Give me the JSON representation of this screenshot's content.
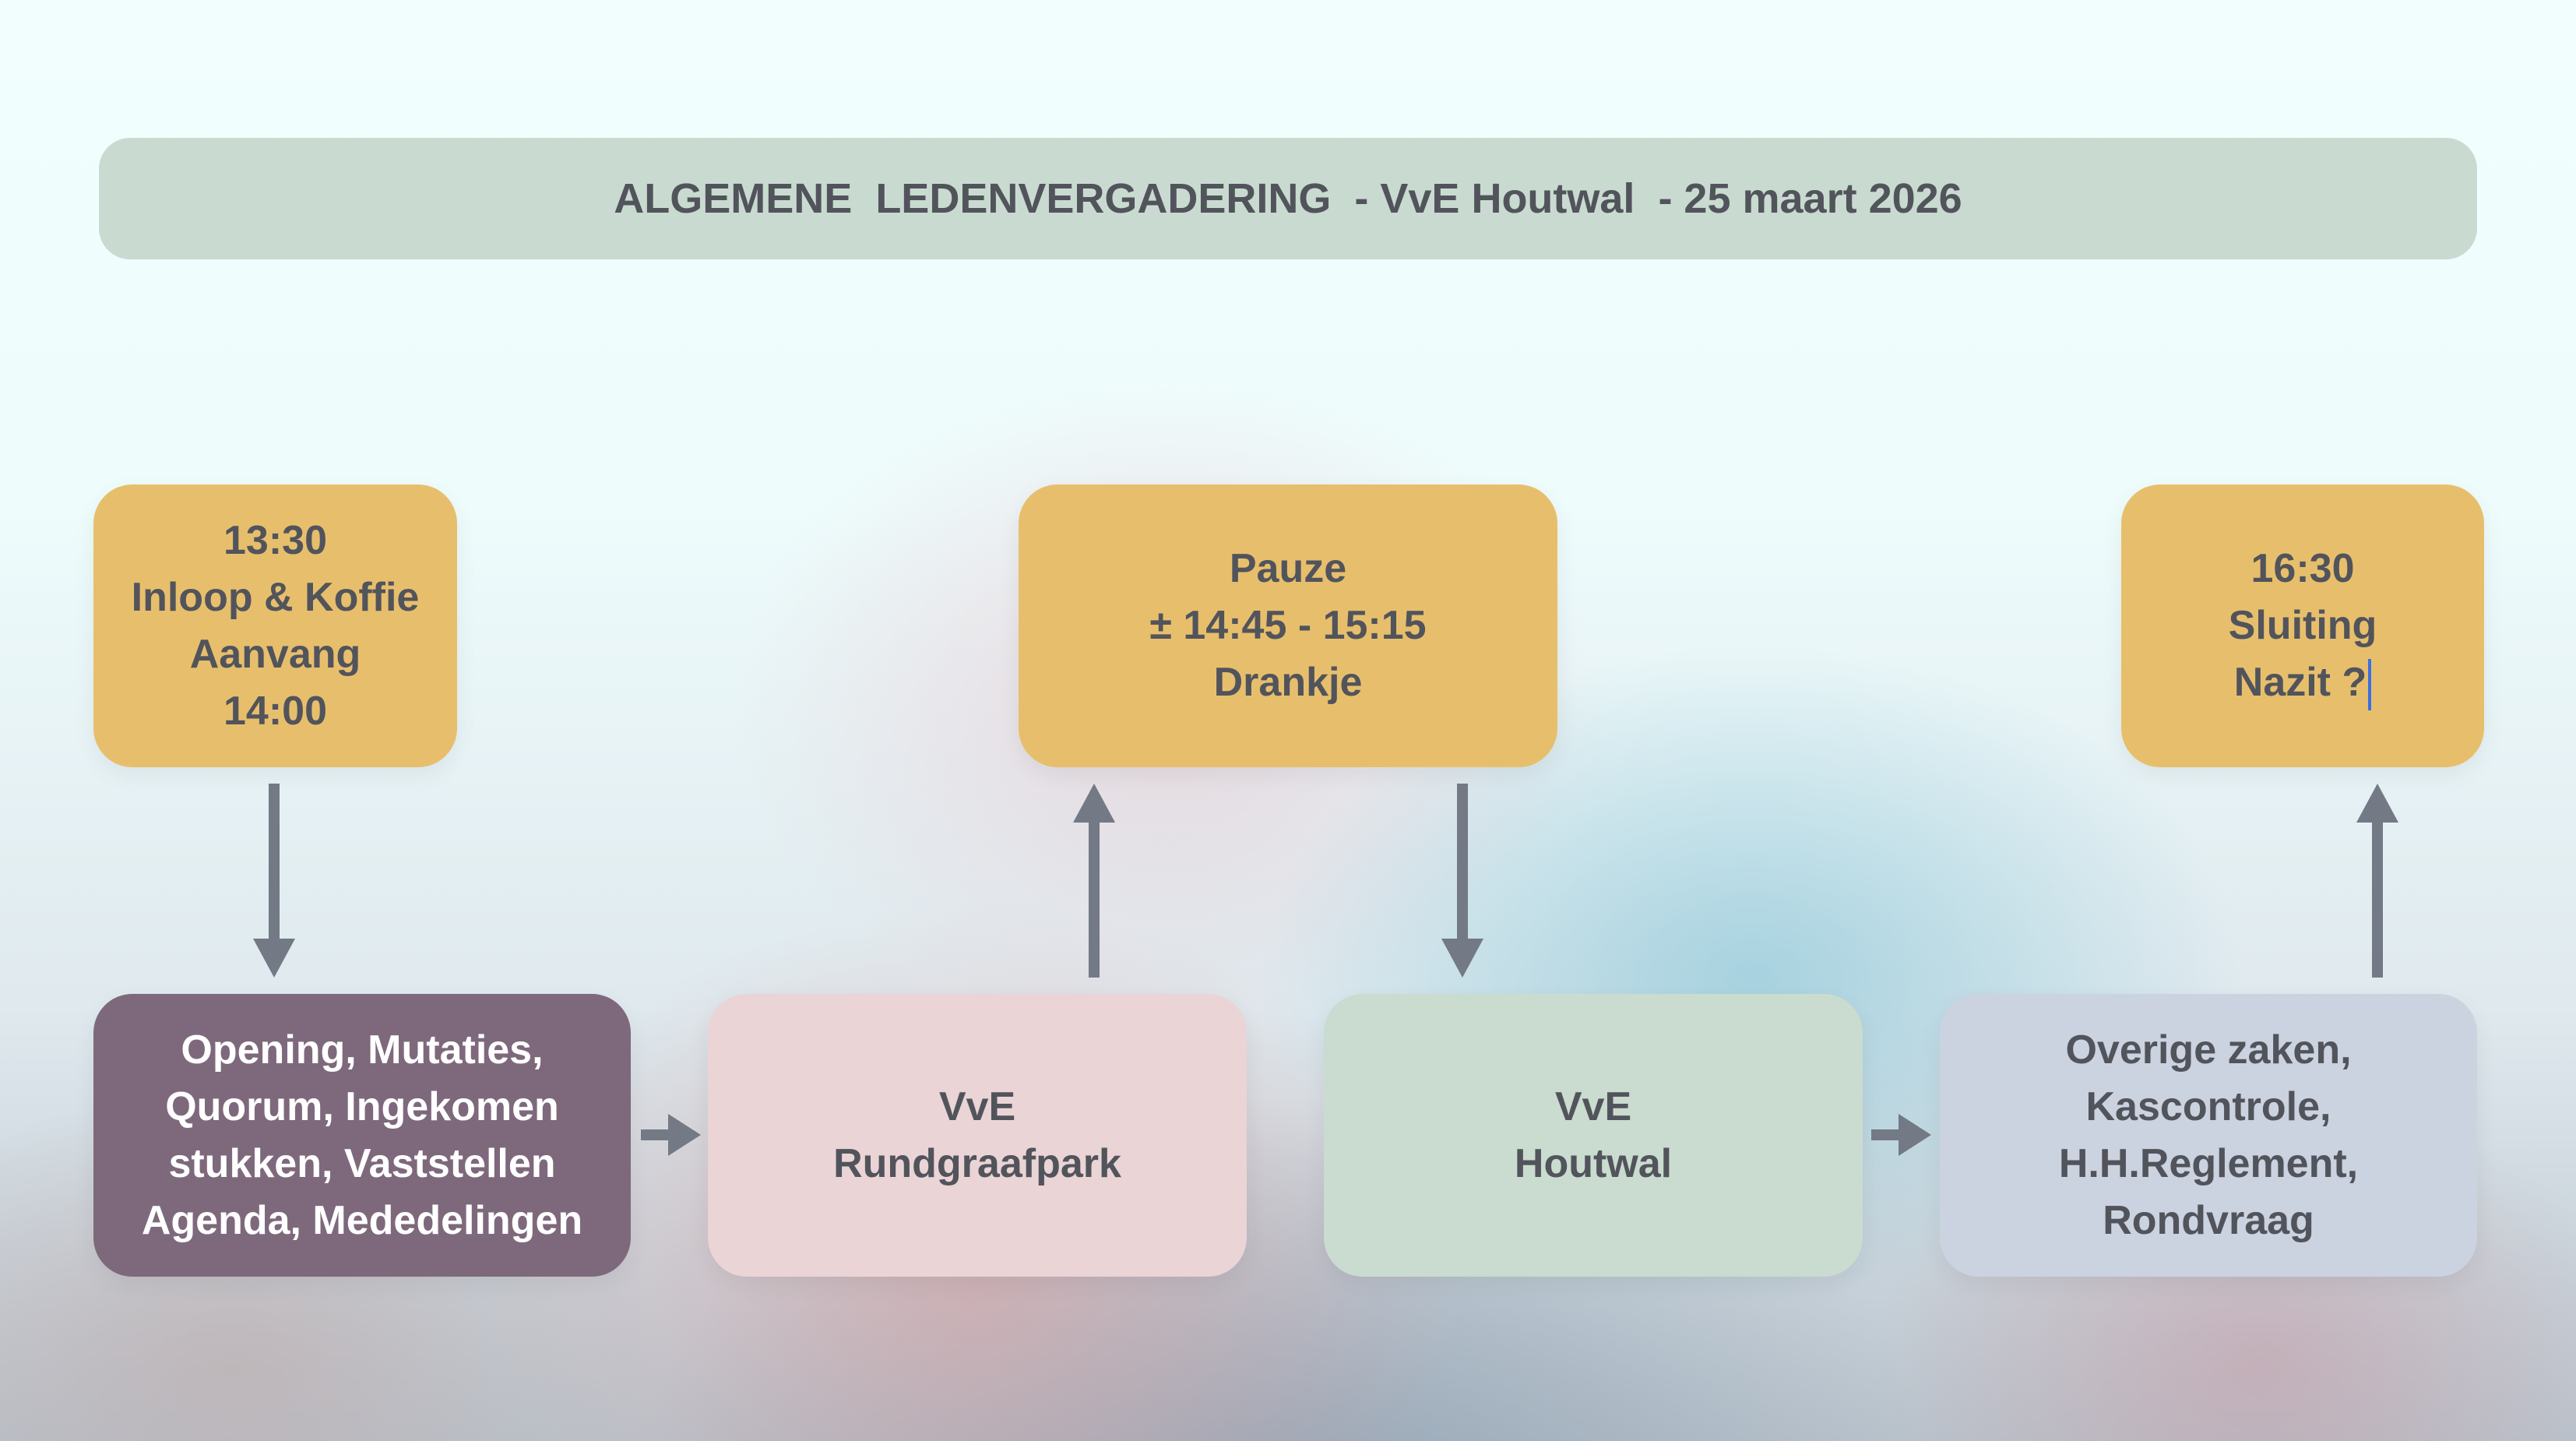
{
  "title": "ALGEMENE  LEDENVERGADERING  - VvE Houtwal  - 25 maart 2026",
  "top_boxes": [
    {
      "lines": [
        "13:30",
        "Inloop & Koffie",
        "Aanvang",
        "14:00"
      ]
    },
    {
      "lines": [
        "Pauze",
        "± 14:45 - 15:15",
        "Drankje"
      ]
    },
    {
      "lines": [
        "16:30",
        "Sluiting",
        "Nazit ?"
      ]
    }
  ],
  "bottom_boxes": [
    {
      "lines": [
        "Opening, Mutaties,",
        "Quorum, Ingekomen",
        "stukken, Vaststellen",
        "Agenda, Mededelingen"
      ]
    },
    {
      "lines": [
        "VvE",
        "Rundgraafpark"
      ]
    },
    {
      "lines": [
        "VvE",
        "Houtwal"
      ]
    },
    {
      "lines": [
        "Overige zaken,",
        "Kascontrole,",
        "H.H.Reglement,",
        "Rondvraag"
      ]
    }
  ],
  "colors": {
    "yellow": "#e7bf6c",
    "purple": "#7e697c",
    "pink": "#ead4d5",
    "green": "#cadbcf",
    "blue": "#cbd2e0",
    "arrow": "#737985",
    "text": "#52545c"
  }
}
